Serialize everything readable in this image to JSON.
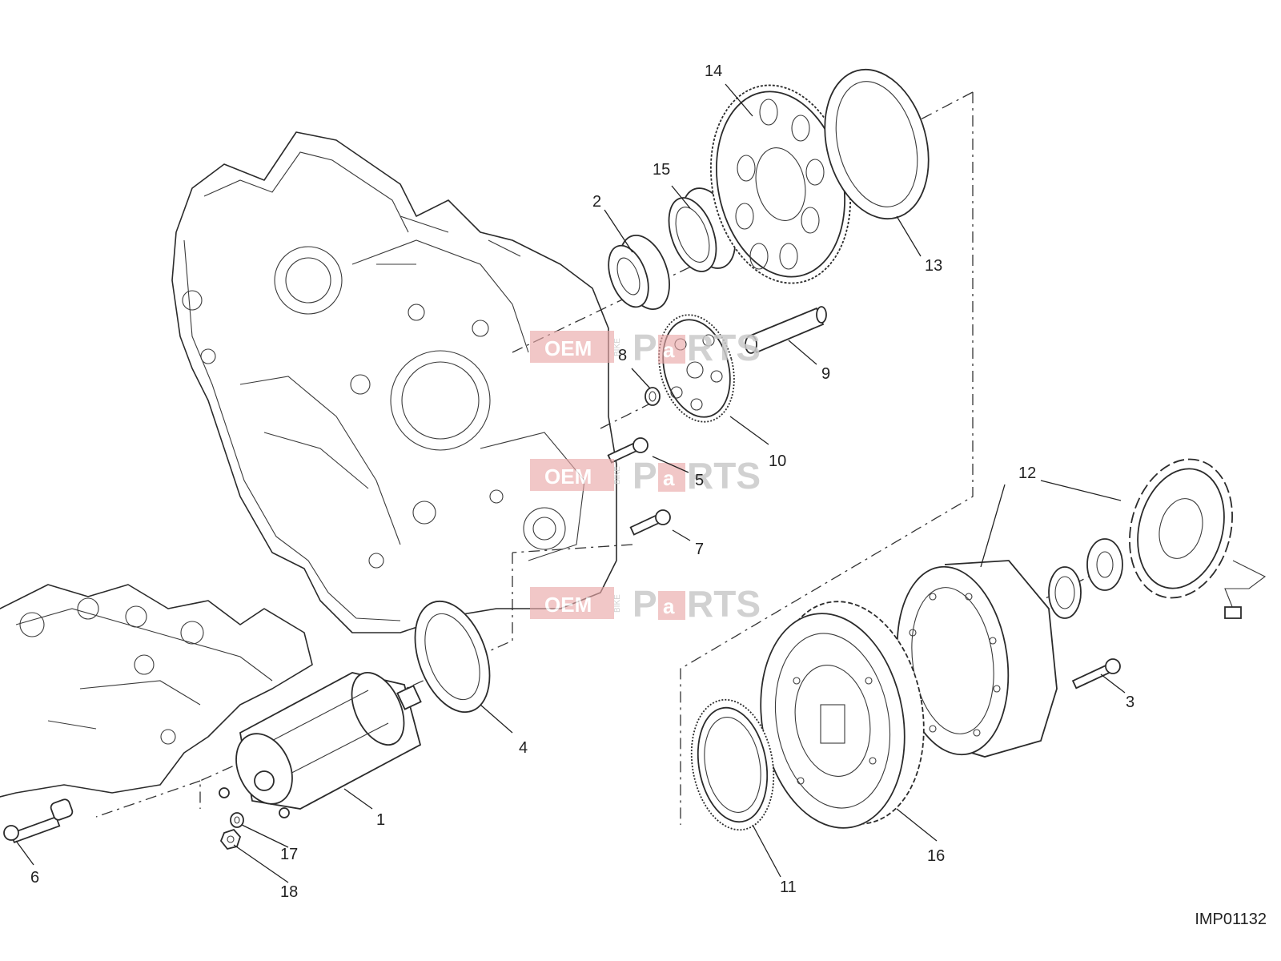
{
  "drawing_code": "IMP01132",
  "watermark": {
    "part1": "OEM",
    "part2": "BIKE",
    "part3": "P",
    "part4": "a",
    "part5": "RTS"
  },
  "callouts": [
    {
      "id": "1",
      "label": "1"
    },
    {
      "id": "2",
      "label": "2"
    },
    {
      "id": "3",
      "label": "3"
    },
    {
      "id": "4",
      "label": "4"
    },
    {
      "id": "5",
      "label": "5"
    },
    {
      "id": "6",
      "label": "6"
    },
    {
      "id": "7",
      "label": "7"
    },
    {
      "id": "8",
      "label": "8"
    },
    {
      "id": "9",
      "label": "9"
    },
    {
      "id": "10",
      "label": "10"
    },
    {
      "id": "11",
      "label": "11"
    },
    {
      "id": "12",
      "label": "12"
    },
    {
      "id": "13",
      "label": "13"
    },
    {
      "id": "14",
      "label": "14"
    },
    {
      "id": "15",
      "label": "15"
    },
    {
      "id": "16",
      "label": "16"
    },
    {
      "id": "17",
      "label": "17"
    },
    {
      "id": "18",
      "label": "18"
    }
  ]
}
